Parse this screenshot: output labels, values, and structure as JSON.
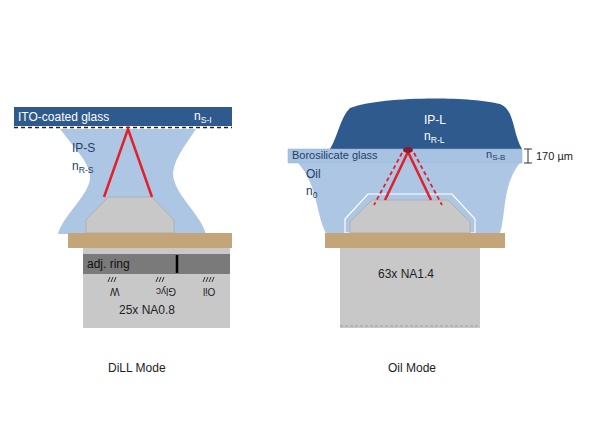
{
  "diagram": {
    "nodes": [
      {
        "text": [
          "ITO-coated glass",
          "nS-I"
        ]
      },
      {
        "text": [
          "IP-S",
          "nR-S"
        ]
      },
      {
        "text": [
          "25x NA0.8"
        ]
      },
      {
        "text": [
          "adj. ring"
        ],
        "in": 2
      },
      {
        "text": [
          "IP-L",
          "nR-L"
        ]
      },
      {
        "text": [
          "Borosilicate glass",
          "nS-B"
        ]
      },
      {
        "text": [
          "Oil",
          "n0"
        ]
      },
      {
        "text": [
          "63x NA1.4"
        ]
      }
    ],
    "labels": [
      "W",
      "Glyc",
      "Oil",
      "DiLL Mode",
      "170 µm",
      "Oil Mode"
    ]
  }
}
